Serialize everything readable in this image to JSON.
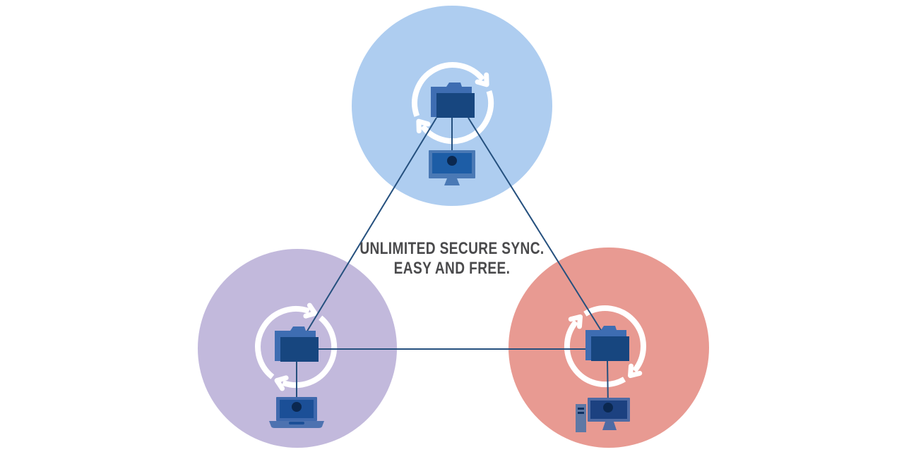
{
  "tagline": {
    "line1": "UNLIMITED SECURE SYNC.",
    "line2": "EASY AND FREE."
  },
  "colors": {
    "background": "#ffffff",
    "tagline_text": "#4a4a4c",
    "circle_top": "#aecdf0",
    "circle_left": "#c2b9dc",
    "circle_right": "#e89a92",
    "ring": "#ffffff",
    "line": "#25507e",
    "dot": "#0b2850",
    "folder_back": "#3e6db2",
    "folder_front": "#17467f",
    "monitor_frame": "#4a79b5",
    "monitor_screen": "#1d5da6",
    "laptop_frame": "#3f69ad",
    "laptop_screen": "#1b4f97",
    "laptop_base": "#4d72b0",
    "pc_tower": "#5e78a5",
    "pc_stripe": "#0f3161",
    "pc_frame": "#4e6ba4",
    "pc_screen": "#1c4180"
  },
  "clusters": [
    {
      "id": "top",
      "circle_color": "#aecdf0",
      "icons": [
        "sync-arrows-icon",
        "folder-icon",
        "desktop-monitor-icon"
      ]
    },
    {
      "id": "bottom-left",
      "circle_color": "#c2b9dc",
      "icons": [
        "sync-arrows-icon",
        "folder-icon",
        "laptop-icon"
      ]
    },
    {
      "id": "bottom-right",
      "circle_color": "#e89a92",
      "icons": [
        "sync-arrows-icon",
        "folder-icon",
        "desktop-pc-icon"
      ]
    }
  ]
}
